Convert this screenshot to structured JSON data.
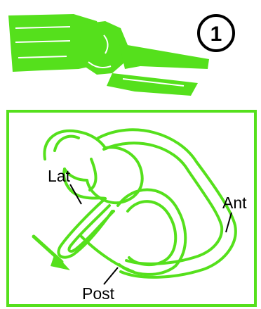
{
  "step": {
    "number": "1"
  },
  "labels": {
    "lateral": "Lat",
    "anterior": "Ant",
    "posterior": "Post"
  },
  "colors": {
    "ink_green": "#55e01c",
    "outline": "#000000",
    "background": "#ffffff"
  }
}
